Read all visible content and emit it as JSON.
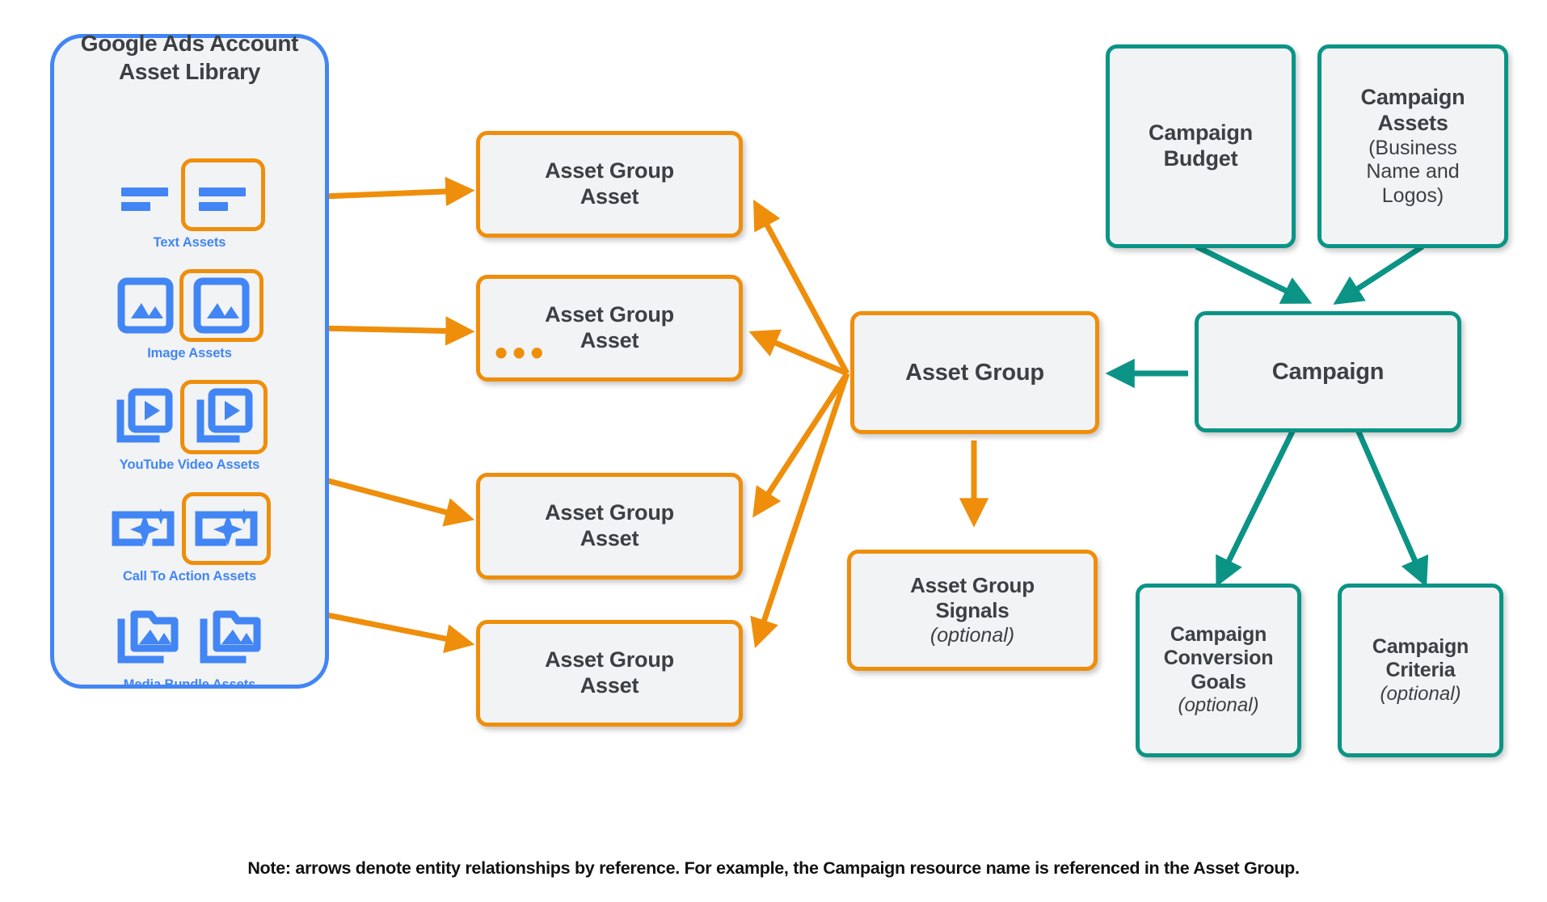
{
  "library": {
    "title_line1": "Google Ads Account",
    "title_line2": "Asset Library",
    "rows": [
      {
        "label": "Text Assets",
        "icon": "text-asset-icon"
      },
      {
        "label": "Image Assets",
        "icon": "image-asset-icon"
      },
      {
        "label": "YouTube Video  Assets",
        "icon": "youtube-video-asset-icon"
      },
      {
        "label": "Call To Action Assets",
        "icon": "call-to-action-asset-icon"
      },
      {
        "label": "Media Bundle  Assets",
        "icon": "media-bundle-asset-icon"
      }
    ]
  },
  "asset_group_assets": [
    {
      "line1": "Asset Group",
      "line2": "Asset"
    },
    {
      "line1": "Asset Group",
      "line2": "Asset"
    },
    {
      "line1": "Asset Group",
      "line2": "Asset"
    },
    {
      "line1": "Asset Group",
      "line2": "Asset"
    }
  ],
  "ellipsis": "•••",
  "asset_group": {
    "label": "Asset Group"
  },
  "asset_group_signals": {
    "line1": "Asset Group",
    "line2": "Signals",
    "optional": "(optional)"
  },
  "campaign_budget": {
    "line1": "Campaign",
    "line2": "Budget"
  },
  "campaign_assets": {
    "line1": "Campaign",
    "line2": "Assets",
    "sub1": "(Business",
    "sub2": "Name and",
    "sub3": "Logos)"
  },
  "campaign": {
    "label": "Campaign"
  },
  "campaign_conversion_goals": {
    "line1": "Campaign",
    "line2": "Conversion",
    "line3": "Goals",
    "optional": "(optional)"
  },
  "campaign_criteria": {
    "line1": "Campaign",
    "line2": "Criteria",
    "optional": "(optional)"
  },
  "note": "Note: arrows denote entity relationships by reference. For example, the Campaign resource name is referenced in the Asset Group.",
  "colors": {
    "orange": "#ef8e0b",
    "teal": "#0b9486",
    "blue": "#4285f4",
    "box_fill": "#f1f3f4",
    "text": "#3c4043"
  }
}
